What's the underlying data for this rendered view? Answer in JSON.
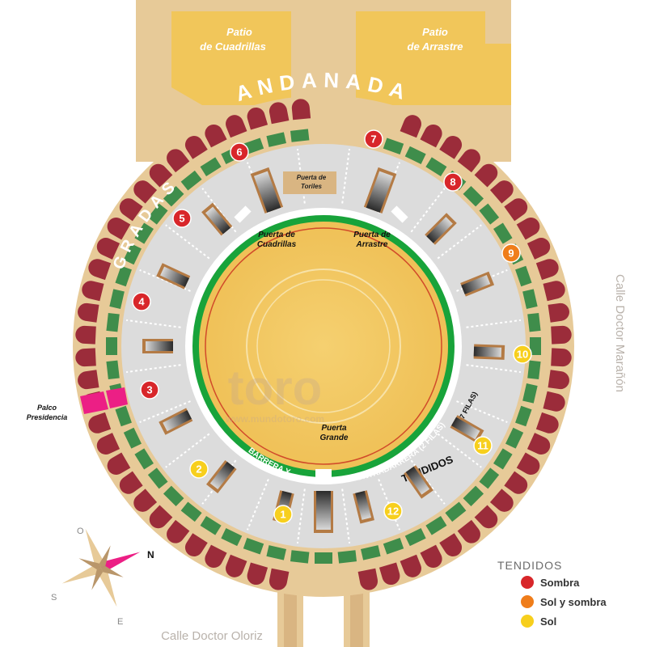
{
  "patios": {
    "cuadrillas": [
      "Patio",
      "de Cuadrillas"
    ],
    "arrastre": [
      "Patio",
      "de Arrastre"
    ]
  },
  "rings": {
    "andanada": "ANDANADA",
    "gradas": "GRADAS",
    "tendidos": "TENDIDOS",
    "tendidos_rows": "(17 FILAS)",
    "barrera": "BARRERA Y",
    "contrabarrera": "CONTRABARRERA (2 FILAS)"
  },
  "gates": {
    "toriles": [
      "Puerta de",
      "Toriles"
    ],
    "cuadrillas": [
      "Puerta de",
      "Cuadrillas"
    ],
    "arrastre": [
      "Puerta de",
      "Arrastre"
    ],
    "grande": [
      "Puerta",
      "Grande"
    ]
  },
  "palco": [
    "Palco",
    "Presidencia"
  ],
  "streets": {
    "east": "Calle Doctor Marañón",
    "south": "Calle Doctor Oloriz"
  },
  "compass": {
    "n": "N",
    "s": "S",
    "e": "E",
    "o": "O"
  },
  "watermark": {
    "brand": "toro",
    "url": "www.mundotoro.com"
  },
  "sections": [
    {
      "num": "1",
      "type": "sol"
    },
    {
      "num": "2",
      "type": "sol"
    },
    {
      "num": "3",
      "type": "sombra"
    },
    {
      "num": "4",
      "type": "sombra"
    },
    {
      "num": "5",
      "type": "sombra"
    },
    {
      "num": "6",
      "type": "sombra"
    },
    {
      "num": "7",
      "type": "sombra"
    },
    {
      "num": "8",
      "type": "sombra"
    },
    {
      "num": "9",
      "type": "solysombra"
    },
    {
      "num": "10",
      "type": "sol"
    },
    {
      "num": "11",
      "type": "sol"
    },
    {
      "num": "12",
      "type": "sol"
    }
  ],
  "legend": {
    "title": "TENDIDOS",
    "items": [
      {
        "label": "Sombra",
        "type": "sombra"
      },
      {
        "label": "Sol y sombra",
        "type": "solysombra"
      },
      {
        "label": "Sol",
        "type": "sol"
      }
    ]
  },
  "colors": {
    "sombra": "#d8262a",
    "solysombra": "#ef7d1a",
    "sol": "#f7cf1d",
    "arena": "#f1c65a",
    "sand": "#e7ca98",
    "green": "#3f8d4b",
    "burgundy": "#9b2c3a",
    "palco": "#ec1f85"
  }
}
